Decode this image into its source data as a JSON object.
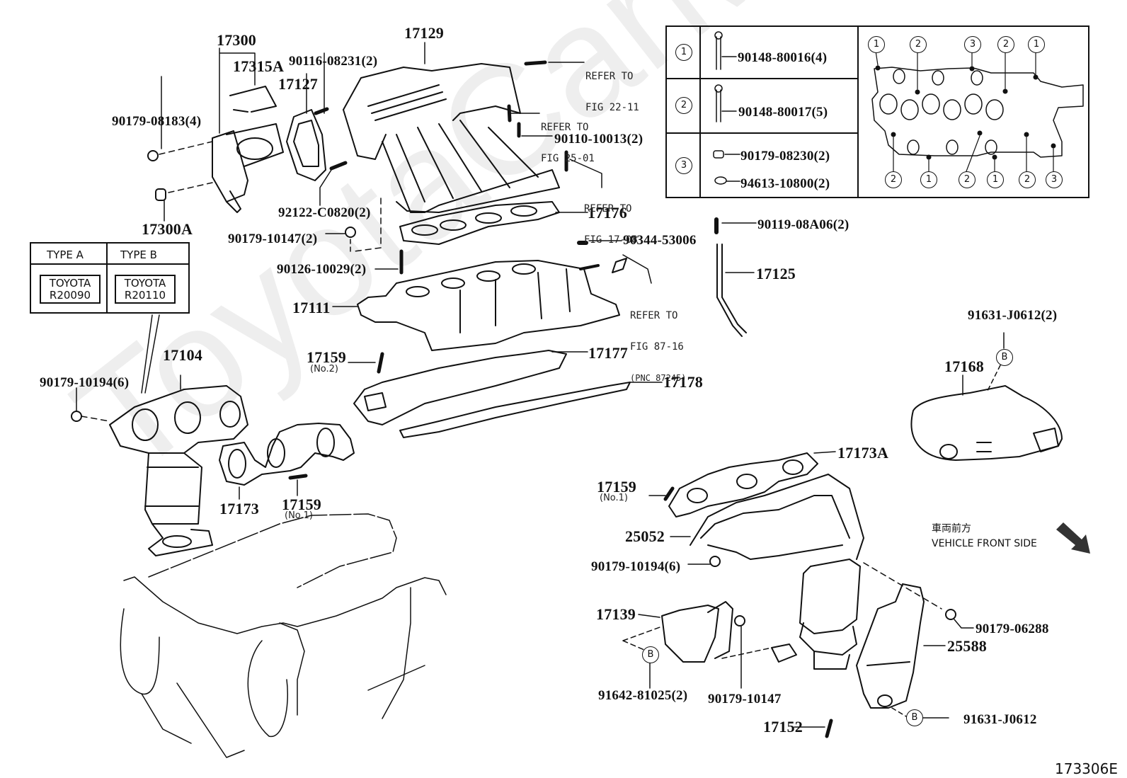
{
  "diagram": {
    "title_code": "173306E",
    "watermark": "ToyotaCarMine",
    "orientation": {
      "jp": "車両前方",
      "en": "VEHICLE FRONT SIDE"
    },
    "type_table": {
      "type_a": {
        "header": "TYPE A",
        "stamp_line1": "TOYOTA",
        "stamp_line2": "R20090"
      },
      "type_b": {
        "header": "TYPE B",
        "stamp_line1": "TOYOTA",
        "stamp_line2": "R20110"
      }
    },
    "bolt_table": {
      "rows": [
        {
          "index": "1",
          "parts": [
            "90148-80016(4)"
          ]
        },
        {
          "index": "2",
          "parts": [
            "90148-80017(5)"
          ]
        },
        {
          "index": "3",
          "parts": [
            "90179-08230(2)",
            "94613-10800(2)"
          ]
        }
      ],
      "gasket_callouts_top": [
        "1",
        "2",
        "3",
        "2",
        "1"
      ],
      "gasket_callouts_bottom": [
        "2",
        "1",
        "2",
        "1",
        "2",
        "3"
      ]
    },
    "labels": {
      "p17300": "17300",
      "p17315A": "17315A",
      "p90116": "90116-08231(2)",
      "p17127": "17127",
      "p17129": "17129",
      "p90179_08183": "90179-08183(4)",
      "p17300A": "17300A",
      "p92122": "92122-C0820(2)",
      "p90179_10147_2": "90179-10147(2)",
      "p90126": "90126-10029(2)",
      "p17176": "17176",
      "p90110": "90110-10013(2)",
      "p17111": "17111",
      "p90344": "90344-53006",
      "p90119": "90119-08A06(2)",
      "p17125": "17125",
      "p17159_no2": "17159",
      "no2": "(No.2)",
      "p17177": "17177",
      "p17178": "17178",
      "p17104": "17104",
      "p90179_10194_left": "90179-10194(6)",
      "p17173": "17173",
      "p17159_no1_left": "17159",
      "no1_left": "(No.1)",
      "p91631_top": "91631-J0612(2)",
      "p17168": "17168",
      "p17173A": "17173A",
      "p17159_no1_right": "17159",
      "no1_right": "(No.1)",
      "p25052": "25052",
      "p90179_10194_right": "90179-10194(6)",
      "p17139": "17139",
      "p91642": "91642-81025(2)",
      "p90179_10147": "90179-10147",
      "p90179_06288": "90179-06288",
      "p25588": "25588",
      "p91631_bottom": "91631-J0612",
      "p17152": "17152",
      "b_marker": "B"
    },
    "refer_notes": [
      {
        "line1": "REFER TO",
        "line2": "FIG 22-11"
      },
      {
        "line1": "REFER TO",
        "line2": "FIG 25-01"
      },
      {
        "line1": "REFER TO",
        "line2": "FIG 17-08"
      },
      {
        "line1": "REFER TO",
        "line2": "FIG 87-16",
        "line3": "(PNC 87245)"
      }
    ]
  }
}
